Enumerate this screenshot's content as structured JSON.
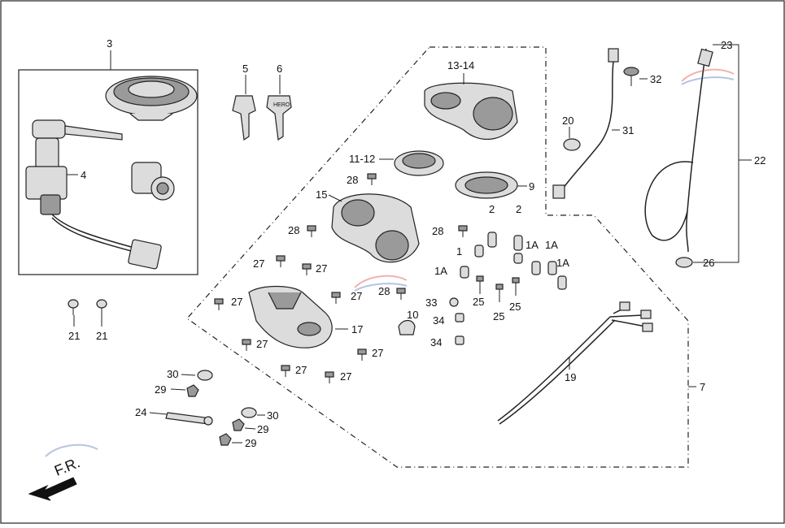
{
  "diagram": {
    "callouts": [
      {
        "id": "c3",
        "text": "3"
      },
      {
        "id": "c4",
        "text": "4"
      },
      {
        "id": "c5",
        "text": "5"
      },
      {
        "id": "c6",
        "text": "6"
      },
      {
        "id": "c13",
        "text": "13-14"
      },
      {
        "id": "c11",
        "text": "11-12"
      },
      {
        "id": "c9",
        "text": "9"
      },
      {
        "id": "c15",
        "text": "15"
      },
      {
        "id": "c28a",
        "text": "28"
      },
      {
        "id": "c28b",
        "text": "28"
      },
      {
        "id": "c28c",
        "text": "28"
      },
      {
        "id": "c28d",
        "text": "28"
      },
      {
        "id": "c27a",
        "text": "27"
      },
      {
        "id": "c27b",
        "text": "27"
      },
      {
        "id": "c27c",
        "text": "27"
      },
      {
        "id": "c27d",
        "text": "27"
      },
      {
        "id": "c27e",
        "text": "27"
      },
      {
        "id": "c27f",
        "text": "27"
      },
      {
        "id": "c27g",
        "text": "27"
      },
      {
        "id": "c27h",
        "text": "27"
      },
      {
        "id": "c17",
        "text": "17"
      },
      {
        "id": "c2a",
        "text": "2"
      },
      {
        "id": "c2b",
        "text": "2"
      },
      {
        "id": "c1",
        "text": "1"
      },
      {
        "id": "c1a1",
        "text": "1A"
      },
      {
        "id": "c1a2",
        "text": "1A"
      },
      {
        "id": "c1a3",
        "text": "1A"
      },
      {
        "id": "c1a4",
        "text": "1A"
      },
      {
        "id": "c25a",
        "text": "25"
      },
      {
        "id": "c25b",
        "text": "25"
      },
      {
        "id": "c25c",
        "text": "25"
      },
      {
        "id": "c33",
        "text": "33"
      },
      {
        "id": "c34a",
        "text": "34"
      },
      {
        "id": "c34b",
        "text": "34"
      },
      {
        "id": "c10",
        "text": "10"
      },
      {
        "id": "c20",
        "text": "20"
      },
      {
        "id": "c31",
        "text": "31"
      },
      {
        "id": "c32",
        "text": "32"
      },
      {
        "id": "c23",
        "text": "23"
      },
      {
        "id": "c22",
        "text": "22"
      },
      {
        "id": "c26",
        "text": "26"
      },
      {
        "id": "c19",
        "text": "19"
      },
      {
        "id": "c7",
        "text": "7"
      },
      {
        "id": "c21a",
        "text": "21"
      },
      {
        "id": "c21b",
        "text": "21"
      },
      {
        "id": "c30a",
        "text": "30"
      },
      {
        "id": "c29a",
        "text": "29"
      },
      {
        "id": "c24",
        "text": "24"
      },
      {
        "id": "c30b",
        "text": "30"
      },
      {
        "id": "c29b",
        "text": "29"
      },
      {
        "id": "c29c",
        "text": "29"
      }
    ],
    "direction_label": "F.R.",
    "key_stamp": "HERO",
    "colors": {
      "line": "#222222",
      "part_fill": "#dcdcdc",
      "part_shade": "#9a9a9a",
      "logo_red": "#d9261c",
      "logo_blue": "#2a5aa8"
    }
  }
}
